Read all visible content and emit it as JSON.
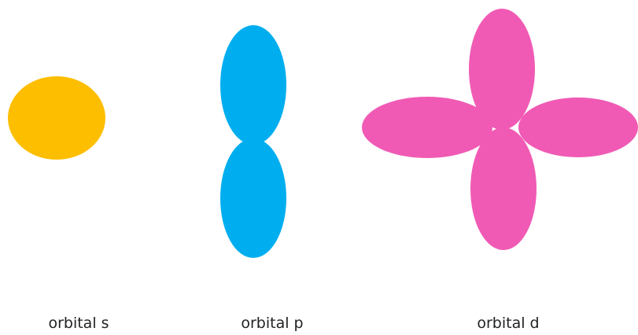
{
  "orbitals": [
    {
      "label": "orbital s",
      "color": "#FDBE00",
      "shape": "sphere",
      "lobes": 1
    },
    {
      "label": "orbital p",
      "color": "#00AEEF",
      "shape": "dumbbell",
      "lobes": 2
    },
    {
      "label": "orbital d",
      "color": "#F05AB4",
      "shape": "cloverleaf",
      "lobes": 4
    }
  ]
}
